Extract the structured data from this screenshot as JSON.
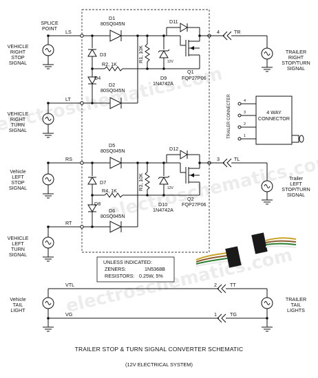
{
  "lamps": {
    "right_stop": {
      "label": "VEHICLE RIGHT STOP SIGNAL",
      "line1": "VEHICLE",
      "line2": "RIGHT",
      "line3": "STOP",
      "line4": "SIGNAL"
    },
    "right_turn": {
      "line1": "VEHICLE",
      "line2": "RIGHT",
      "line3": "TURN",
      "line4": "SIGNAL"
    },
    "left_stop": {
      "line1": "Vehicle",
      "line2": "LEFT",
      "line3": "STOP",
      "line4": "SIGNAL"
    },
    "left_turn": {
      "line1": "VEHICLE",
      "line2": "LEFT",
      "line3": "TURN",
      "line4": "SIGNAL"
    },
    "tail": {
      "line1": "Vehicle",
      "line2": "TAIL",
      "line3": "LIGHT"
    },
    "trailer_right": {
      "line1": "TRAILER",
      "line2": "RIGHT",
      "line3": "STOP/TURN",
      "line4": "SIGNAL"
    },
    "trailer_left": {
      "line1": "Trailer",
      "line2": "LEFT",
      "line3": "STOP/TURN",
      "line4": "SIGNAL"
    },
    "trailer_tail": {
      "line1": "TRAILER",
      "line2": "TAIL",
      "line3": "LIGHTS"
    }
  },
  "splice": {
    "line1": "SPLICE",
    "line2": "POINT"
  },
  "nets": {
    "ls": "LS",
    "lt": "LT",
    "rs": "RS",
    "rt": "RT",
    "vtl": "VTL",
    "vg": "VG",
    "tr": "TR",
    "tl": "TL",
    "tt": "TT",
    "tg": "TG"
  },
  "pins": {
    "p4": "4",
    "p3": "3",
    "p2": "2",
    "p1": "1"
  },
  "components": {
    "d1": "D1",
    "d1_part": "80SQ045N",
    "d2": "D2",
    "d2_part": "80SQ045N",
    "d3": "D3",
    "d4": "D4",
    "d5": "D5",
    "d5_part": "80SQ045N",
    "d6": "D6",
    "d6_part": "80SQ045N",
    "d7": "D7",
    "d8": "D8",
    "r1": "R1, 10K",
    "r2": "R2, 1K",
    "r3": "R3, 10K",
    "r4": "R4, 1K",
    "d9": "D9",
    "d9_part": "1N4742A",
    "d10": "D10",
    "d10_part": "1N4742A",
    "d11": "D11",
    "d12": "D12",
    "q1": "Q1",
    "q1_part": "FQP27P06",
    "q2": "Q2",
    "q2_part": "FQP27P06",
    "zener_mark": "12V"
  },
  "connector": {
    "side_label": "TRAILER CONNECTER",
    "line1": "4 WAY",
    "line2": "CONNECTOR",
    "pin4": "4",
    "pin3": "3",
    "pin2": "2",
    "pin1": "1"
  },
  "notes": {
    "line1": "UNLESS INDICATED:",
    "line2_key": "ZENERS:",
    "line2_val": "1N5368B",
    "line3_key": "RESISTORS:",
    "line3_val": "0.25W, 5%"
  },
  "watermark": {
    "text1": "electroschematics.com",
    "text2": "electroschematics.com",
    "text3": "electroschematics.com"
  },
  "title": {
    "line1": "TRAILER STOP & TURN SIGNAL CONVERTER SCHEMATIC",
    "line2": "(12V ELECTRICAL SYSTEM)"
  }
}
